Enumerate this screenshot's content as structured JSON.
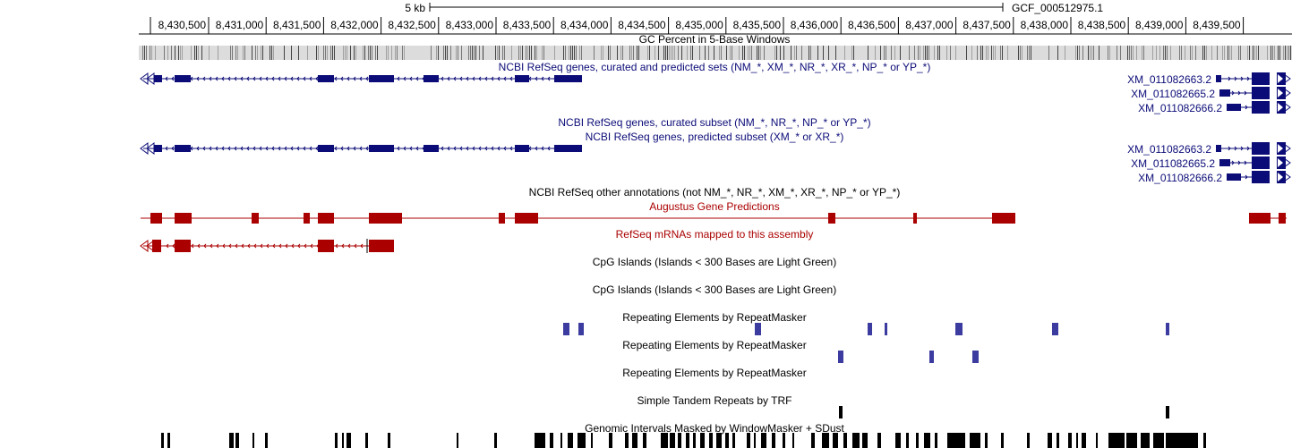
{
  "colors": {
    "refseq_blue": "#0c0c78",
    "augustus_red": "#aa0000",
    "repeat_blue": "#3c3ca0",
    "gc_gray": "#888888",
    "black": "#000000"
  },
  "scale": {
    "label": "5 kb",
    "assembly": "GCF_000512975.1"
  },
  "ruler": {
    "ticks": [
      "8,430,500",
      "8,431,000",
      "8,431,500",
      "8,432,000",
      "8,432,500",
      "8,433,000",
      "8,433,500",
      "8,434,000",
      "8,434,500",
      "8,435,000",
      "8,435,500",
      "8,436,000",
      "8,436,500",
      "8,437,000",
      "8,437,500",
      "8,438,000",
      "8,438,500",
      "8,439,000",
      "8,439,500"
    ]
  },
  "tracks": {
    "gc_percent": {
      "title": "GC Percent in 5-Base Windows"
    },
    "refseq_all": {
      "title": "NCBI RefSeq genes, curated and predicted sets (NM_*, XM_*, NR_*, XR_*, NP_* or YP_*)",
      "transcripts": [
        "XM_011082663.2",
        "XM_011082665.2",
        "XM_011082666.2"
      ]
    },
    "refseq_curated": {
      "title": "NCBI RefSeq genes, curated subset (NM_*, NR_*, NP_* or YP_*)"
    },
    "refseq_predicted": {
      "title": "NCBI RefSeq genes, predicted subset (XM_* or XR_*)",
      "transcripts": [
        "XM_011082663.2",
        "XM_011082665.2",
        "XM_011082666.2"
      ]
    },
    "refseq_other": {
      "title": "NCBI RefSeq other annotations (not NM_*, NR_*, XM_*, XR_*, NP_* or YP_*)"
    },
    "augustus": {
      "title": "Augustus Gene Predictions"
    },
    "refseq_mrna": {
      "title": "RefSeq mRNAs mapped to this assembly"
    },
    "cpg_1": {
      "title": "CpG Islands (Islands < 300 Bases are Light Green)"
    },
    "cpg_2": {
      "title": "CpG Islands (Islands < 300 Bases are Light Green)"
    },
    "rmsk_1": {
      "title": "Repeating Elements by RepeatMasker"
    },
    "rmsk_2": {
      "title": "Repeating Elements by RepeatMasker"
    },
    "rmsk_3": {
      "title": "Repeating Elements by RepeatMasker"
    },
    "trf": {
      "title": "Simple Tandem Repeats by TRF"
    },
    "windowmasker": {
      "title": "Genomic Intervals Masked by WindowMasker + SDust"
    }
  }
}
